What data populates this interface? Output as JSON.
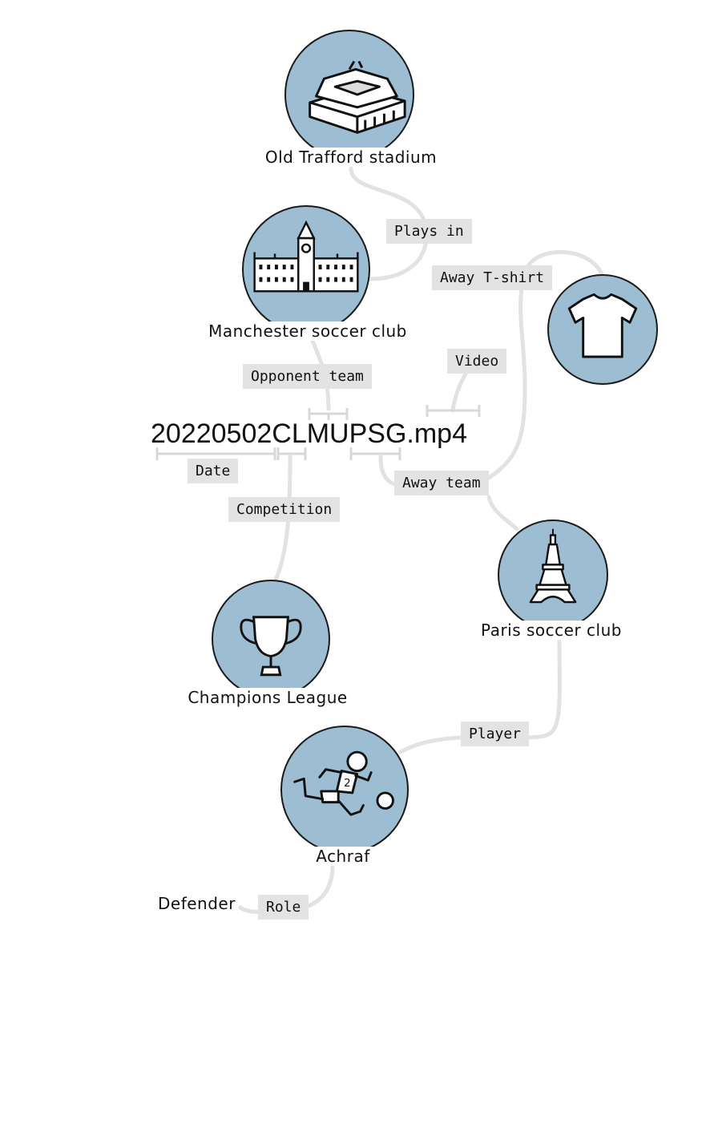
{
  "title": "20220502CLMUPSG.mp4",
  "nodes": {
    "stadium": "Old Trafford stadium",
    "manchester": "Manchester soccer club",
    "tshirt": "",
    "champions": "Champions League",
    "paris": "Paris soccer club",
    "achraf": "Achraf"
  },
  "edges": {
    "plays_in": "Plays in",
    "away_tshirt": "Away T-shirt",
    "opponent_team": "Opponent team",
    "video": "Video",
    "date": "Date",
    "away_team": "Away team",
    "competition": "Competition",
    "player": "Player",
    "role": "Role"
  },
  "role_value": "Defender",
  "colors": {
    "node_fill": "#9dbdd3",
    "edge_label_bg": "#e3e3e3",
    "link": "#e2e2e2"
  },
  "icons": [
    "stadium-icon",
    "building-icon",
    "tshirt-icon",
    "trophy-icon",
    "eiffel-tower-icon",
    "soccer-player-icon"
  ]
}
